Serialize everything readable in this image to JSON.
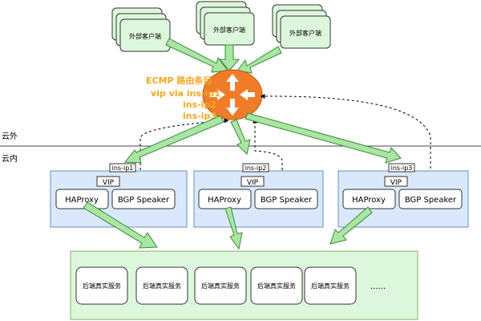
{
  "clients": [
    {
      "label": "外部客户端"
    },
    {
      "label": "外部客户端"
    },
    {
      "label": "外部客户端"
    }
  ],
  "router": {
    "ecmp_lines": [
      "ECMP 路由条目",
      "vip via ins-ip1",
      "ins-ip2",
      "ins-ip3"
    ]
  },
  "zones": {
    "outside": "云外",
    "inside": "云内"
  },
  "instances": [
    {
      "ip": "ins-ip1",
      "vip": "VIP",
      "haproxy": "HAProxy",
      "bgp": "BGP Speaker"
    },
    {
      "ip": "ins-ip2",
      "vip": "VIP",
      "haproxy": "HAProxy",
      "bgp": "BGP Speaker"
    },
    {
      "ip": "ins-ip3",
      "vip": "VIP",
      "haproxy": "HAProxy",
      "bgp": "BGP Speaker"
    }
  ],
  "backends": {
    "items": [
      "后端真实服务",
      "后端真实服务",
      "后端真实服务",
      "后端真实服务",
      "后端真实服务"
    ],
    "ellipsis": "......"
  },
  "colors": {
    "green_fill": "#DDF7DC",
    "green_stroke": "#82B366",
    "arrow_fill": "#A8E6A2",
    "blue_fill": "#DAE8FC",
    "blue_stroke": "#6C8EBF",
    "router_fill": "#F07C2A",
    "ecmp_text": "#F5A623"
  }
}
